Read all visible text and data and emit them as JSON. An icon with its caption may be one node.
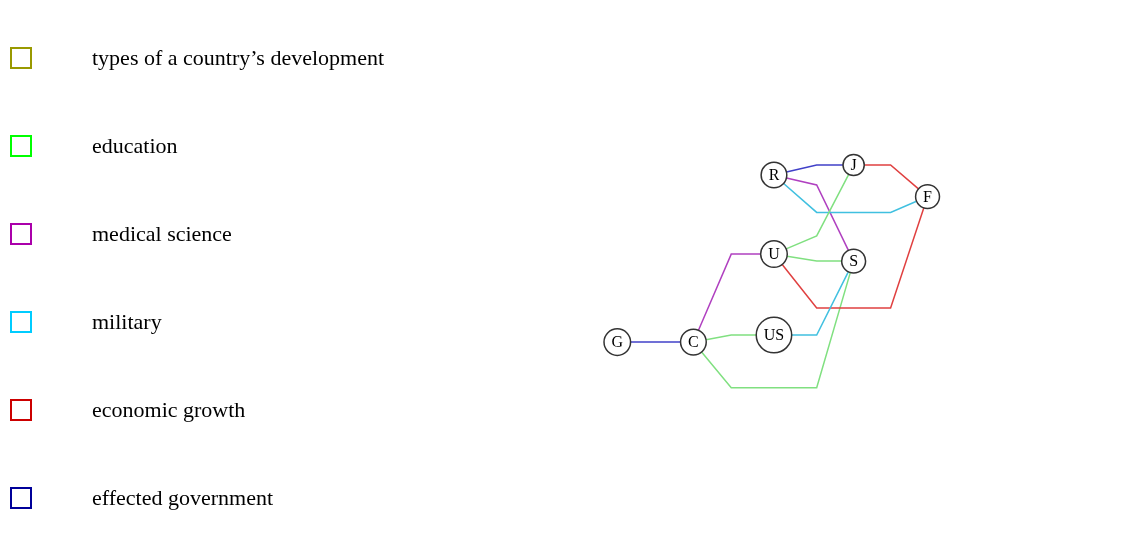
{
  "diagram": {
    "nodes": [
      {
        "text": [
          "R"
        ]
      },
      {
        "text": [
          "G"
        ]
      },
      {
        "text": [
          "U"
        ]
      },
      {
        "text": [
          "C"
        ]
      },
      {
        "text": [
          "F"
        ]
      },
      {
        "text": [
          "J"
        ]
      },
      {
        "text": [
          "S"
        ]
      },
      {
        "text": [
          "US"
        ]
      }
    ],
    "edges": [
      {
        "from": 0,
        "to": 5,
        "arrow": "none",
        "color": "#4040c8"
      },
      {
        "from": 0,
        "to": 6,
        "arrow": "none",
        "color": "#b040c0"
      },
      {
        "from": 0,
        "to": 4,
        "arrow": "none",
        "color": "#40c0e0"
      },
      {
        "from": 1,
        "to": 3,
        "arrow": "none",
        "color": "#4040c8"
      },
      {
        "from": 3,
        "to": 2,
        "arrow": "none",
        "color": "#b040c0"
      },
      {
        "from": 3,
        "to": 7,
        "arrow": "none",
        "color": "#80e080"
      },
      {
        "from": 3,
        "to": 6,
        "arrow": "none",
        "color": "#80e080"
      },
      {
        "from": 2,
        "to": 5,
        "arrow": "none",
        "color": "#80e080"
      },
      {
        "from": 2,
        "to": 6,
        "arrow": "none",
        "color": "#80e080"
      },
      {
        "from": 2,
        "to": 4,
        "arrow": "none",
        "color": "#e04040"
      },
      {
        "from": 5,
        "to": 4,
        "arrow": "none",
        "color": "#e04040"
      },
      {
        "from": 7,
        "to": 6,
        "arrow": "none",
        "color": "#40c0e0"
      }
    ],
    "legend": [
      {
        "text": "types of a country’s development",
        "color": "#999900"
      },
      {
        "text": "education",
        "color": "#00ff00"
      },
      {
        "text": "medical science",
        "color": "#aa00aa"
      },
      {
        "text": "military",
        "color": "#00ccff"
      },
      {
        "text": "economic growth",
        "color": "#cc0000"
      },
      {
        "text": "effected government",
        "color": "#000099"
      }
    ]
  }
}
